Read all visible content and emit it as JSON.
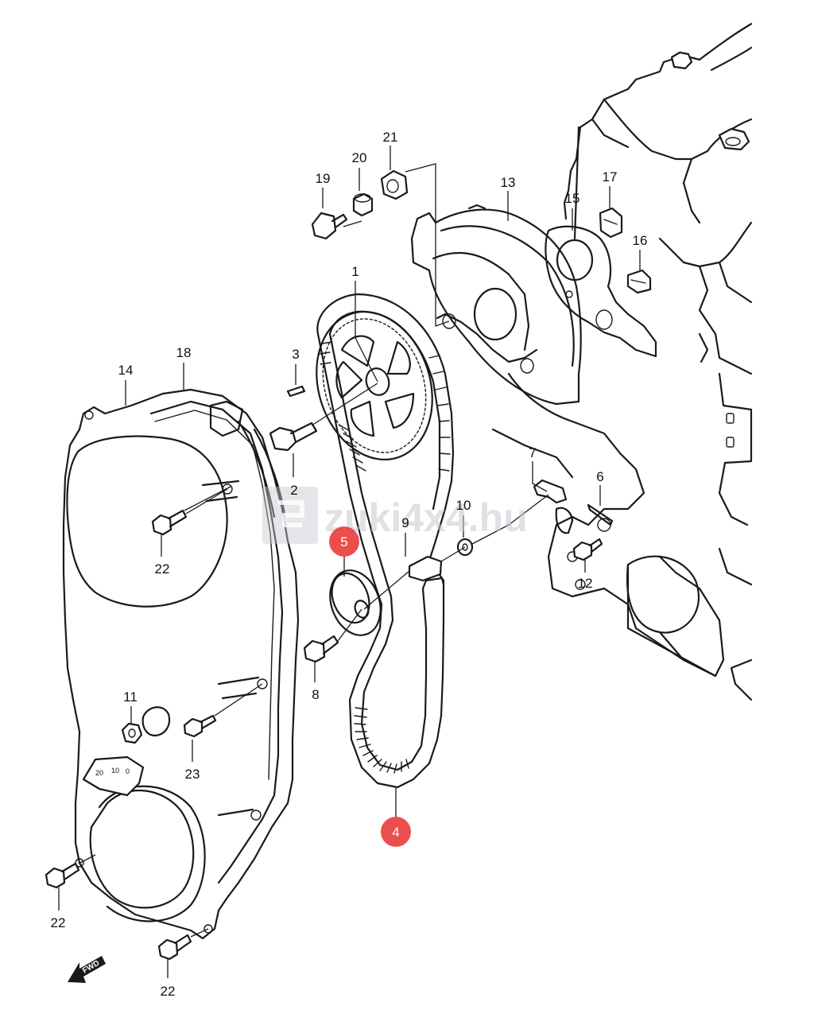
{
  "diagram": {
    "watermark": "zuki4x4.hu",
    "direction_label": "FWD",
    "scale_marks": [
      "20",
      "10",
      "0"
    ],
    "highlight_color": "#e8302e",
    "highlighted_parts": [
      "5",
      "4"
    ],
    "callouts": {
      "p1": "1",
      "p2": "2",
      "p3": "3",
      "p4": "4",
      "p5": "5",
      "p6": "6",
      "p7": "7",
      "p8": "8",
      "p9": "9",
      "p10": "10",
      "p11": "11",
      "p12": "12",
      "p13": "13",
      "p14": "14",
      "p15": "15",
      "p16": "16",
      "p17": "17",
      "p18": "18",
      "p19": "19",
      "p20": "20",
      "p21": "21",
      "p22a": "22",
      "p22b": "22",
      "p22c": "22",
      "p23": "23"
    }
  }
}
